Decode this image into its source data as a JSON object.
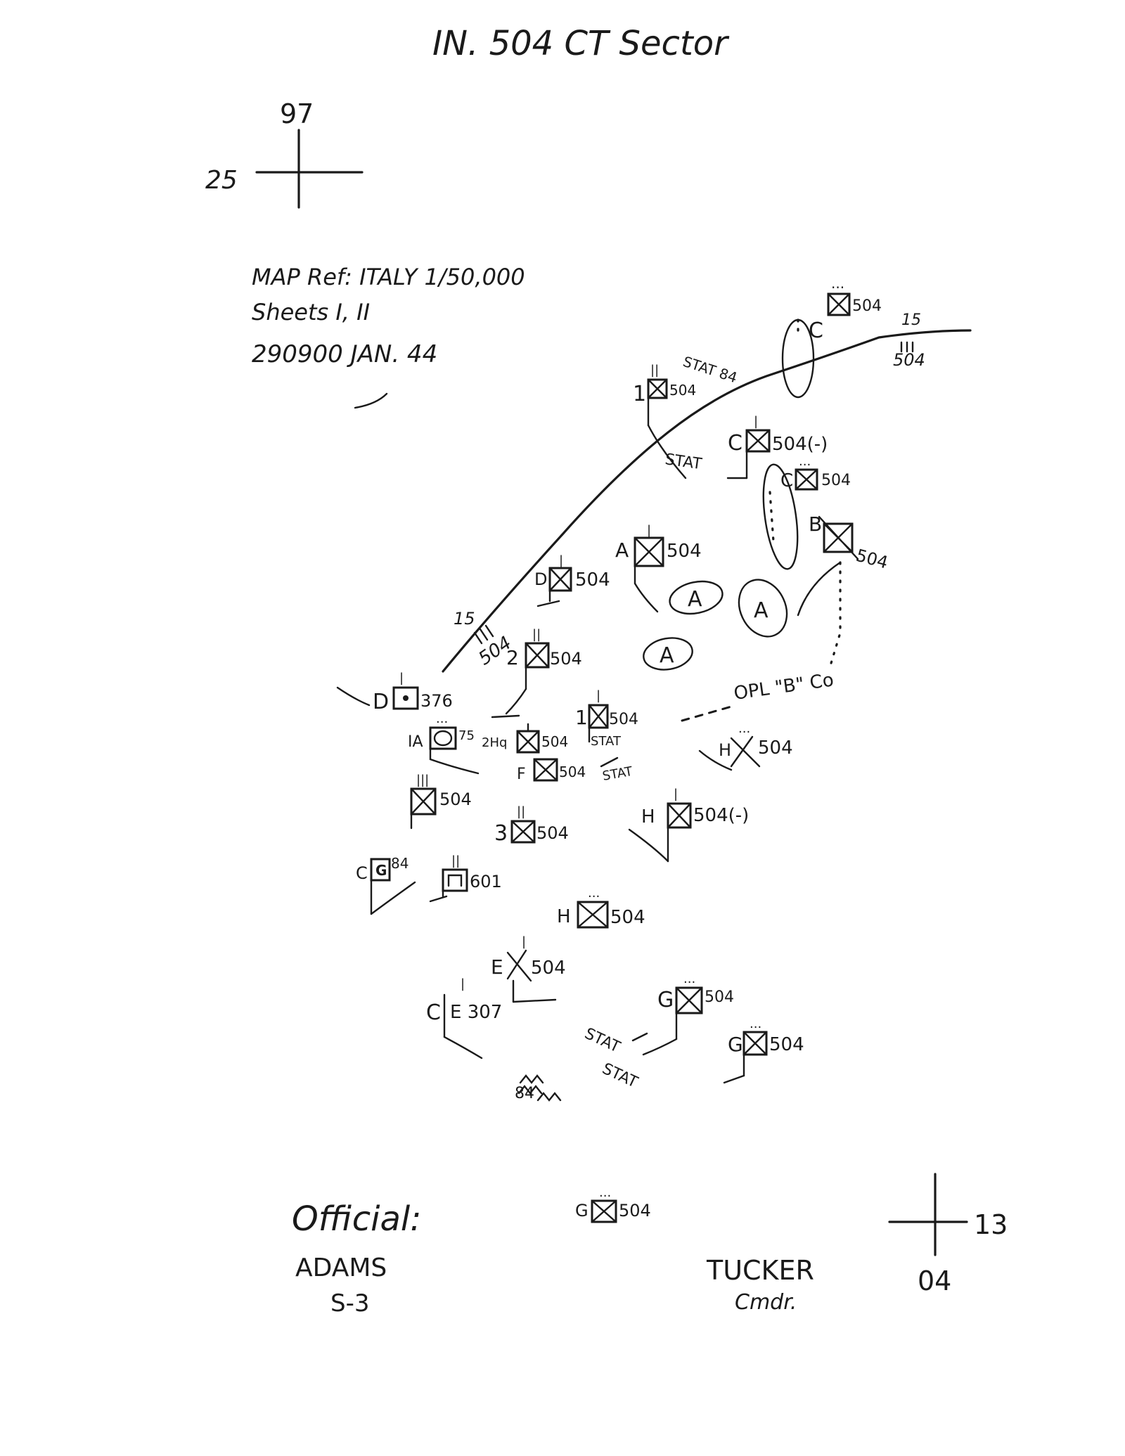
{
  "header": {
    "title": "IN. 504 CT Sector"
  },
  "grid": {
    "top_left": {
      "north": "97",
      "west": "25"
    },
    "bottom_right": {
      "east": "13",
      "south": "04"
    }
  },
  "map_ref": {
    "line1": "MAP Ref: ITALY 1/50,000",
    "line2": "Sheets I, II",
    "line3": "290900 JAN. 44"
  },
  "boundary": {
    "left_label": "15\n|||\n504",
    "right_label": "15\n|||\n504",
    "label_number": "15",
    "label_unit": "504"
  },
  "units": [
    {
      "id": "c-504-ne",
      "prefix": "C",
      "suffix": "504",
      "type": "infantry",
      "echelon": "..."
    },
    {
      "id": "1-504",
      "prefix": "1",
      "suffix": "504",
      "type": "infantry",
      "echelon": "||"
    },
    {
      "id": "c-504-minus",
      "prefix": "C",
      "suffix": "504(-)",
      "type": "infantry",
      "echelon": "|"
    },
    {
      "id": "c-504-e",
      "prefix": "C",
      "suffix": "504",
      "type": "infantry",
      "echelon": "..."
    },
    {
      "id": "b-504",
      "prefix": "B",
      "suffix": "504",
      "type": "infantry",
      "echelon": ""
    },
    {
      "id": "a-504",
      "prefix": "A",
      "suffix": "504",
      "type": "infantry",
      "echelon": "|"
    },
    {
      "id": "d-504",
      "prefix": "D",
      "suffix": "504",
      "type": "infantry",
      "echelon": "|"
    },
    {
      "id": "2-504",
      "prefix": "2",
      "suffix": "504",
      "type": "infantry",
      "echelon": "||"
    },
    {
      "id": "d-376",
      "prefix": "D",
      "suffix": "376",
      "type": "artillery",
      "echelon": "|"
    },
    {
      "id": "1-504-b",
      "prefix": "1",
      "suffix": "504",
      "type": "infantry",
      "echelon": "|"
    },
    {
      "id": "ia-75",
      "prefix": "IA",
      "suffix": "75",
      "type": "armor",
      "echelon": "..."
    },
    {
      "id": "2hq-504",
      "prefix": "2Hq",
      "suffix": "504",
      "type": "infantry",
      "echelon": "|"
    },
    {
      "id": "f-504",
      "prefix": "F",
      "suffix": "504",
      "type": "infantry",
      "echelon": ""
    },
    {
      "id": "h-504-a",
      "prefix": "H",
      "suffix": "504",
      "type": "infantry",
      "echelon": "..."
    },
    {
      "id": "504-rgt",
      "prefix": "",
      "suffix": "504",
      "type": "infantry",
      "echelon": "|||"
    },
    {
      "id": "3-504",
      "prefix": "3",
      "suffix": "504",
      "type": "infantry",
      "echelon": "||"
    },
    {
      "id": "h-504-minus",
      "prefix": "H",
      "suffix": "504(-)",
      "type": "infantry",
      "echelon": "|"
    },
    {
      "id": "c-84",
      "prefix": "C",
      "suffix": "84",
      "type": "other",
      "echelon": ""
    },
    {
      "id": "t-601",
      "prefix": "",
      "suffix": "601",
      "type": "other",
      "echelon": "||"
    },
    {
      "id": "h-504-b",
      "prefix": "H",
      "suffix": "504",
      "type": "infantry",
      "echelon": "..."
    },
    {
      "id": "e-504",
      "prefix": "E",
      "suffix": "504",
      "type": "infantry",
      "echelon": "|"
    },
    {
      "id": "c-e-307",
      "prefix": "C",
      "suffix": "E 307",
      "type": "engineer",
      "echelon": "|"
    },
    {
      "id": "g-504-a",
      "prefix": "G",
      "suffix": "504",
      "type": "infantry",
      "echelon": "..."
    },
    {
      "id": "g-504-b",
      "prefix": "G",
      "suffix": "504",
      "type": "infantry",
      "echelon": "..."
    },
    {
      "id": "g-504-c",
      "prefix": "G",
      "suffix": "504",
      "type": "infantry",
      "echelon": "..."
    }
  ],
  "labels": {
    "stat": "STAT",
    "stat_84": "STAT 84",
    "area": "A",
    "opl": "OPL \"B\" Co",
    "hq84": "84"
  },
  "signature": {
    "official": "Official:",
    "name_left": "ADAMS",
    "title_left": "S-3",
    "name_right": "TUCKER",
    "title_right": "Cmdr."
  }
}
